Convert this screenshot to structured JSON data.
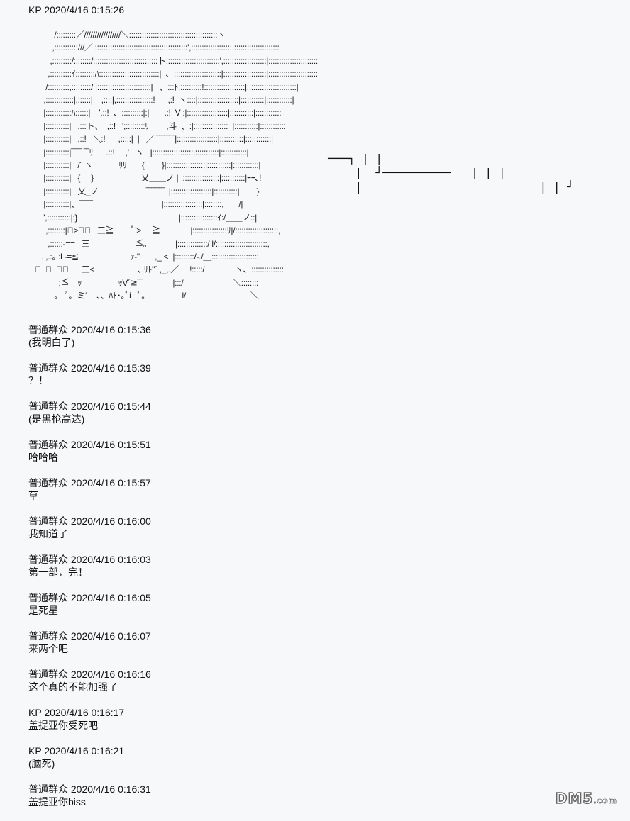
{
  "first_message": {
    "author": "KP",
    "time": "2020/4/16 0:15:26"
  },
  "art": {
    "text": "            /:::::::::／/////////////////＼:::::::::::::::::::::::::::::::::::::::::ヽ\n           ,:::::::::::///／ :::::::::::::::::::::::::::::::::::::::::::',:::::::::::::::::::,:::::::::::::::::::::\n          ,:::::::::/::::::::/::::::::::::::::::::::::::::::ト:::::::::::::::::::::::::',::::::::::::::::::::|:::::::::::::::::::::::\n         ,::::::::::ｲ:::::::::ﾊ::::::::::::::::::::::::::::|  、::::::::::::::::::::::|::::::::::::::::::::|:::::::::::::::::::::::\n        /::::::::::,:::::::::/ |:::::|:::::::::::::::::::|   、:::ﾄ:::::::::::!:::::::::::::::::::|:::::::::::::::::::::::|\n       ,:::::::::::::|,::::::|    ,::::|,:::::::::::::::::!      ,:!  ヽ::::|:::::::::::::::::::|:::::::::::|::::::::::::|\n       |::::::::::::ﾊ::::::|    ',::!  、::::::::::|:|       .:!  V :|:::::::::::::::::::|:::::::::::|::::::::::::\n       |:::::::::::|   ,:::ト、  ,::!   ';:::::::::ﾘ        ,斗  、:|::::::::::::::::  |:::::::::::|::::::::::::\n       |:::::::::::|   ,::!   ＼:!      ,:::::|  |   ／ ‾‾‾‾‾‾‾|:::::::::::::::::::|:::::::::::|::::::::::::|\n       |:::::::::::|‾‾‾‾ ‾‾ﾘ      .::!     ,'   ヽ   |:::::::::::::::::::|:::::::::::|::::::::::::|\n       |:::::::::::|   /´ ヽ            ﾘﾘ       {        }|::::::::::::::::::|:::::::::::|::::::::::::|\n       |:::::::::::|   {     }                      乂＿＿ノ |  :::::::::::::::::|:::::::::::|ｰｰ､!\n       |:::::::::::|   乂_ノ                      ‾‾‾‾‾‾‾  |:::::::::::::::::::|:::::::::::|        }\n       |:::::::::::|､  ‾‾‾‾‾                                |::::::::::::::::::|::::::::,       /|\n       ',:::::::::::|:}                                               |:::::::::::::::::ｲ:/＿＿ノ::|\n        ,::::::::|ﾟ>｡ﾟ   三≧        ﾟ'>     ≧              |::::::::::::::::ﾘ|/::::::::::::::::::::,\n         ,::::::-==   三                     ≦｡             |::::::::::::::/ l/::::::::::::::::::::::::,\n      . ,.:｡ :l -=≦                        ｧ-\"       ,_ <  |:::::::::/-./＿::::::::::::::::::::::,\n   ﾟ  ･  ﾟ｡      三<                    ､,ﾘﾄ\"´ ,_,.／     !:::::/              ヽ、:::::::::::::::\n              ;≦    ｯ                 ｯV´≧‾‾              |:::/                       ＼::::::::\n            ｡   ﾟ｡  ミ´    、、ﾊﾄ･｡ﾟi   ﾟ｡                 l/                              ＼",
    "side_text": "───┐ | |\n    |  ┘──────────   | | |\n    |                          | | ┘"
  },
  "messages": [
    {
      "author": "普通群众",
      "time": "2020/4/16 0:15:36",
      "text": "(我明白了)"
    },
    {
      "author": "普通群众",
      "time": "2020/4/16 0:15:39",
      "text": "？！"
    },
    {
      "author": "普通群众",
      "time": "2020/4/16 0:15:44",
      "text": "(是黑枪高达)"
    },
    {
      "author": "普通群众",
      "time": "2020/4/16 0:15:51",
      "text": "哈哈哈"
    },
    {
      "author": "普通群众",
      "time": "2020/4/16 0:15:57",
      "text": "草"
    },
    {
      "author": "普通群众",
      "time": "2020/4/16 0:16:00",
      "text": "我知道了"
    },
    {
      "author": "普通群众",
      "time": "2020/4/16 0:16:03",
      "text": "第一部，完！"
    },
    {
      "author": "普通群众",
      "time": "2020/4/16 0:16:05",
      "text": "是死星"
    },
    {
      "author": "普通群众",
      "time": "2020/4/16 0:16:07",
      "text": "来两个吧"
    },
    {
      "author": "普通群众",
      "time": "2020/4/16 0:16:16",
      "text": "这个真的不能加强了"
    },
    {
      "author": "KP",
      "time": "2020/4/16 0:16:17",
      "text": "盖提亚你受死吧"
    },
    {
      "author": "KP",
      "time": "2020/4/16 0:16:21",
      "text": "(脑死)"
    },
    {
      "author": "普通群众",
      "time": "2020/4/16 0:16:31",
      "text": "盖提亚你biss"
    }
  ],
  "watermark": {
    "main": "DM5",
    "suffix": ".com"
  }
}
